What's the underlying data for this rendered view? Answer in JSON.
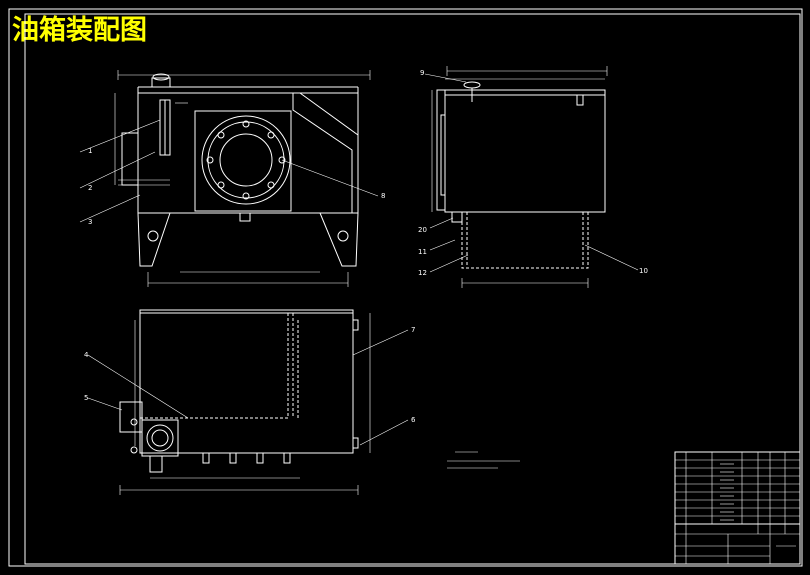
{
  "title": "油箱装配图",
  "balloons": {
    "front_1": "1",
    "front_2": "2",
    "front_3": "3",
    "front_8": "8",
    "side_9": "9",
    "side_20": "20",
    "side_11": "11",
    "side_12": "12",
    "side_10": "10",
    "top_4": "4",
    "top_5": "5",
    "top_7": "7",
    "top_6": "6"
  },
  "colors": {
    "background": "#000000",
    "lines": "#ffffff",
    "title": "#ffff00"
  }
}
